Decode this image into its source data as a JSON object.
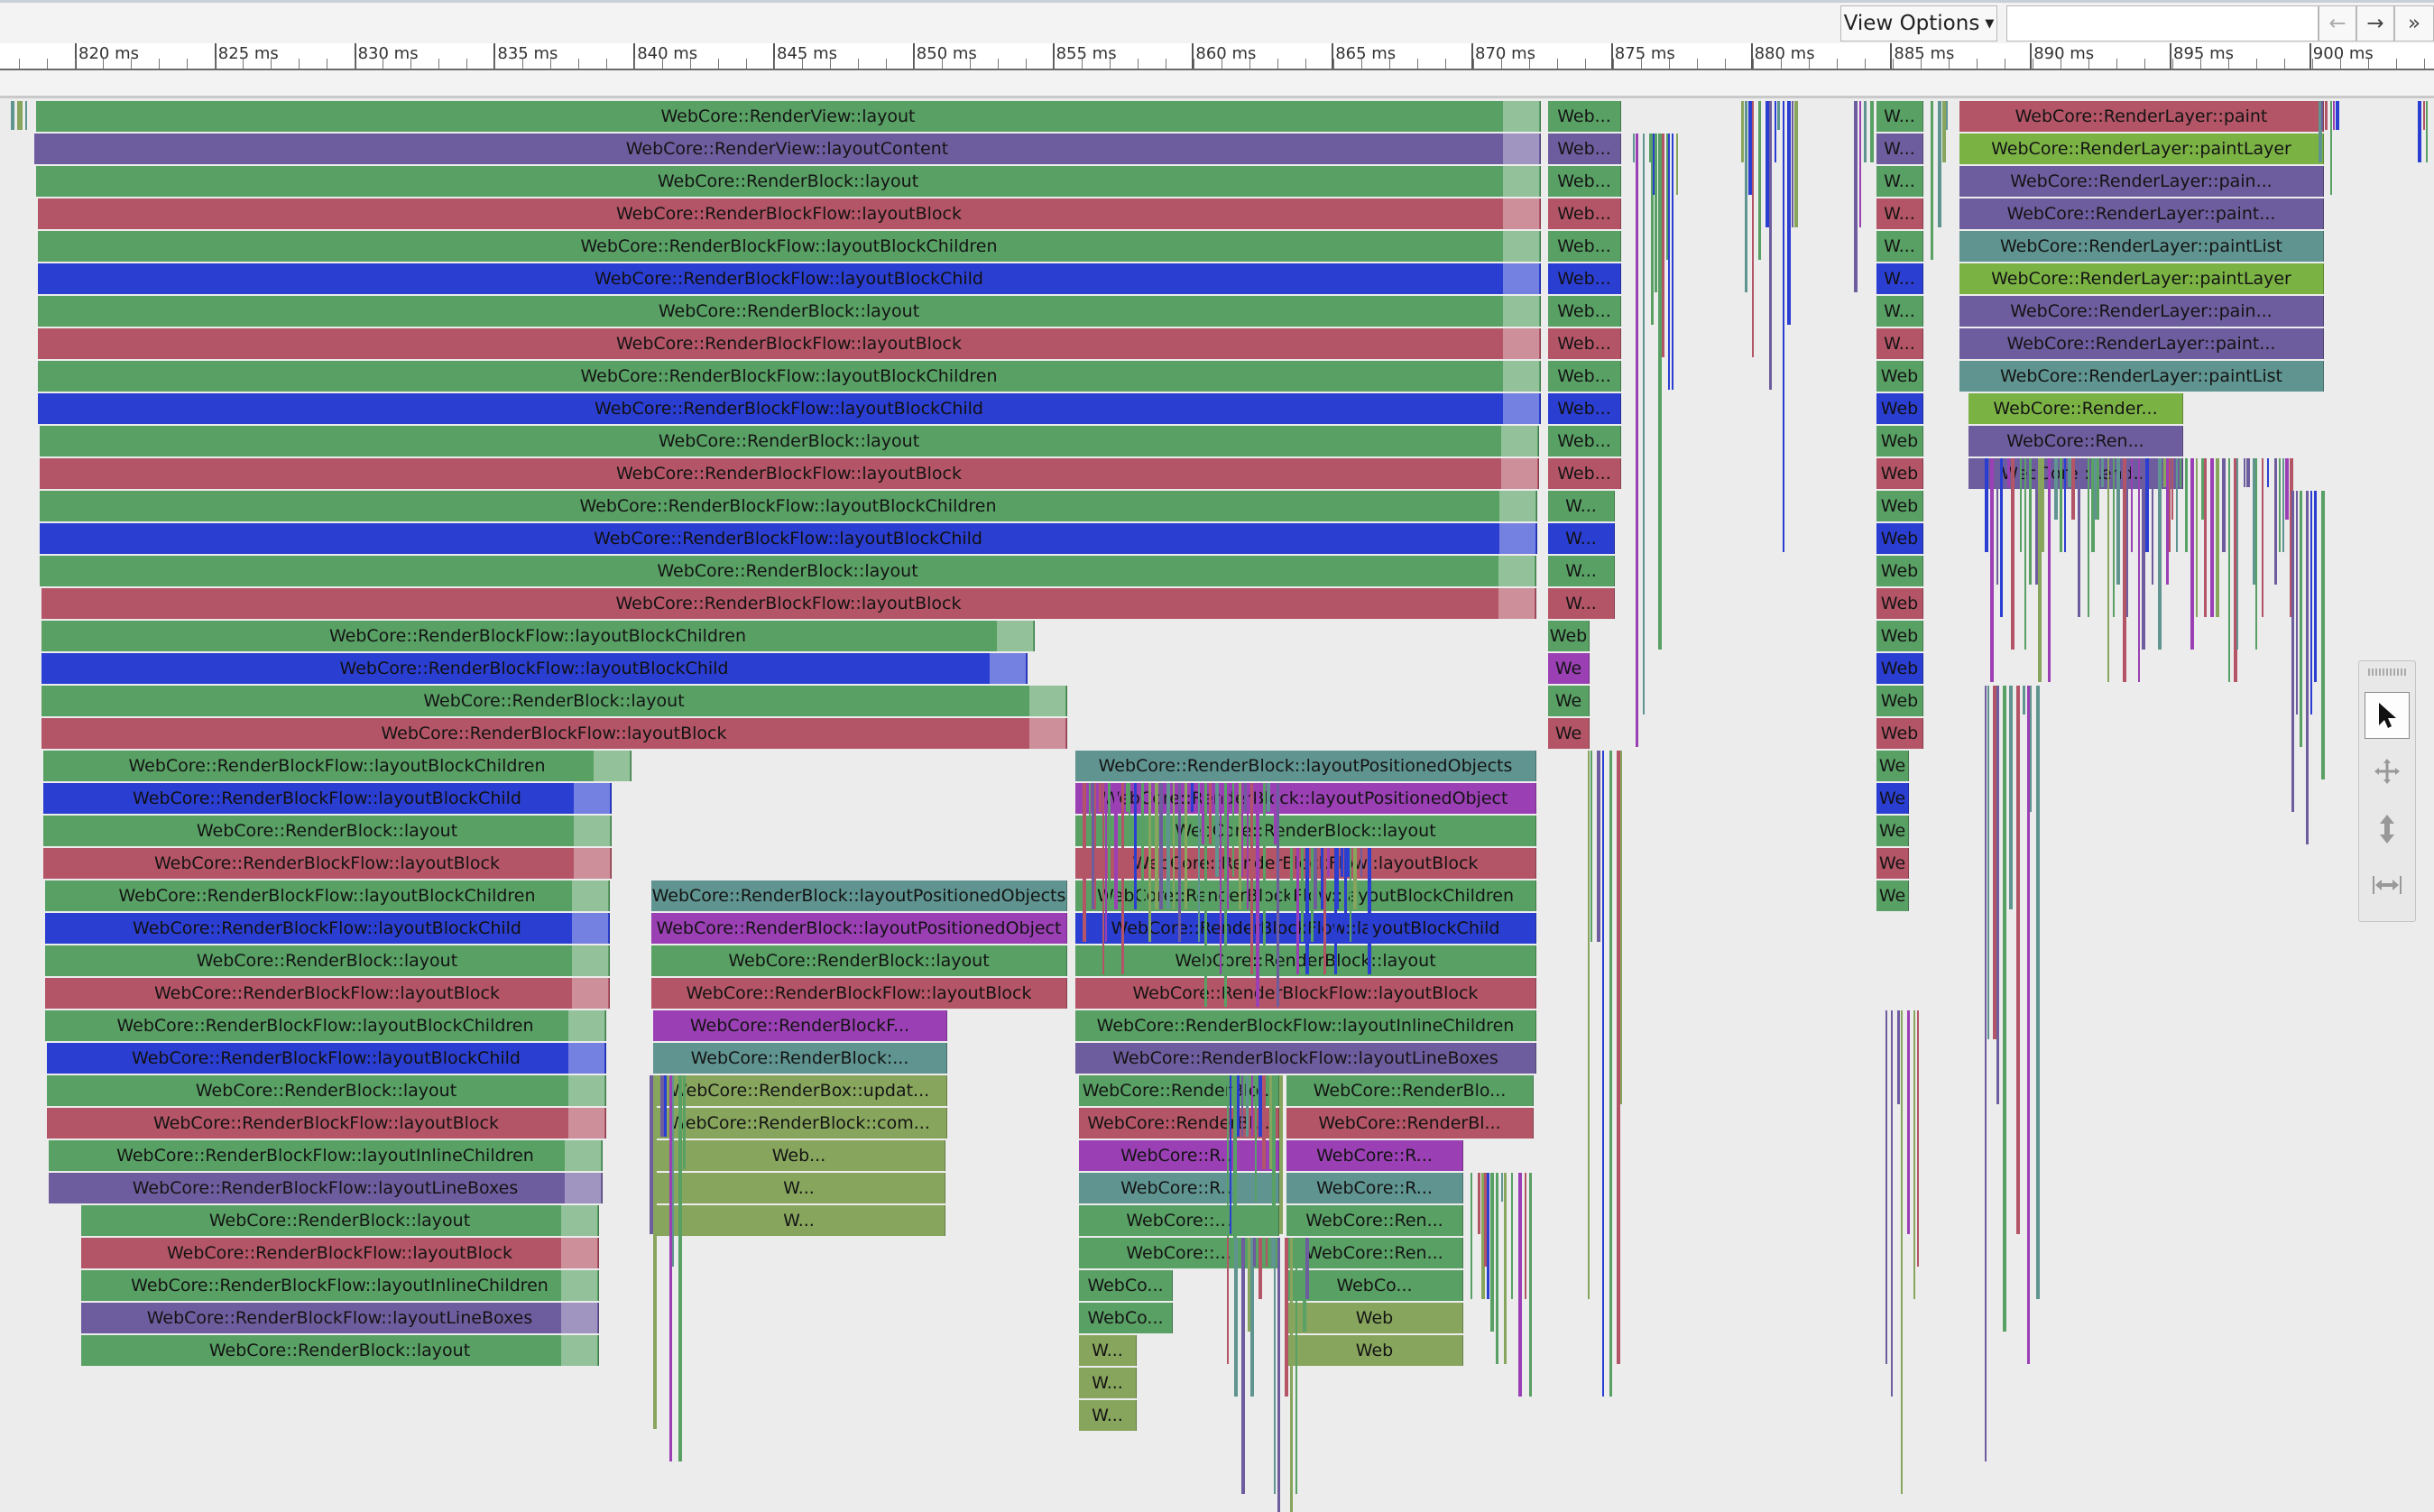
{
  "toolbar": {
    "view_options_label": "View Options",
    "search_placeholder": "",
    "prev_label": "←",
    "next_label": "→",
    "overflow_label": "»"
  },
  "ruler": {
    "labels": [
      "820 ms",
      "825 ms",
      "830 ms",
      "835 ms",
      "840 ms",
      "845 ms",
      "850 ms",
      "855 ms",
      "860 ms",
      "865 ms",
      "870 ms",
      "875 ms",
      "880 ms",
      "885 ms",
      "890 ms",
      "895 ms",
      "900 ms"
    ]
  },
  "colors": {
    "green": "#58a064",
    "dark_purple": "#6e5d9e",
    "crimson": "#b35566",
    "blue": "#2b3ed2",
    "teal": "#5f9490",
    "magenta": "#9b3fb5",
    "olive": "#87a55d",
    "lime": "#7bb244"
  },
  "flame_tracks": [
    {
      "name": "main-layout",
      "slices": [
        [
          0,
          "WebCore::RenderView::layout",
          "green"
        ],
        [
          1,
          "WebCore::RenderView::layoutContent",
          "dark_purple"
        ],
        [
          2,
          "WebCore::RenderBlock::layout",
          "green"
        ],
        [
          3,
          "WebCore::RenderBlockFlow::layoutBlock",
          "crimson"
        ],
        [
          4,
          "WebCore::RenderBlockFlow::layoutBlockChildren",
          "green"
        ],
        [
          5,
          "WebCore::RenderBlockFlow::layoutBlockChild",
          "blue"
        ],
        [
          6,
          "WebCore::RenderBlock::layout",
          "green"
        ],
        [
          7,
          "WebCore::RenderBlockFlow::layoutBlock",
          "crimson"
        ],
        [
          8,
          "WebCore::RenderBlockFlow::layoutBlockChildren",
          "green"
        ],
        [
          9,
          "WebCore::RenderBlockFlow::layoutBlockChild",
          "blue"
        ],
        [
          10,
          "WebCore::RenderBlock::layout",
          "green"
        ],
        [
          11,
          "WebCore::RenderBlockFlow::layoutBlock",
          "crimson"
        ],
        [
          12,
          "WebCore::RenderBlockFlow::layoutBlockChildren",
          "green"
        ],
        [
          13,
          "WebCore::RenderBlockFlow::layoutBlockChild",
          "blue"
        ],
        [
          14,
          "WebCore::RenderBlock::layout",
          "green"
        ],
        [
          15,
          "WebCore::RenderBlockFlow::layoutBlock",
          "crimson"
        ],
        [
          16,
          "WebCore::RenderBlockFlow::layoutBlockChildren",
          "green"
        ],
        [
          17,
          "WebCore::RenderBlockFlow::layoutBlockChild",
          "blue"
        ],
        [
          18,
          "WebCore::RenderBlock::layout",
          "green"
        ],
        [
          19,
          "WebCore::RenderBlockFlow::layoutBlock",
          "crimson"
        ],
        [
          20,
          "WebCore::RenderBlockFlow::layoutBlockChildren",
          "green"
        ],
        [
          21,
          "WebCore::RenderBlockFlow::layoutBlockChild",
          "blue"
        ],
        [
          22,
          "WebCore::RenderBlock::layout",
          "green"
        ],
        [
          23,
          "WebCore::RenderBlockFlow::layoutBlock",
          "crimson"
        ],
        [
          24,
          "WebCore::RenderBlockFlow::layoutBlockChildren",
          "green"
        ],
        [
          25,
          "WebCore::RenderBlockFlow::layoutBlockChild",
          "blue"
        ],
        [
          26,
          "WebCore::RenderBlock::layout",
          "green"
        ],
        [
          27,
          "WebCore::RenderBlockFlow::layoutBlock",
          "crimson"
        ],
        [
          28,
          "WebCore::RenderBlockFlow::layoutBlockChildren",
          "green"
        ],
        [
          29,
          "WebCore::RenderBlockFlow::layoutBlockChild",
          "blue"
        ],
        [
          30,
          "WebCore::RenderBlock::layout",
          "green"
        ],
        [
          31,
          "WebCore::RenderBlockFlow::layoutBlock",
          "crimson"
        ],
        [
          32,
          "WebCore::RenderBlockFlow::layoutInlineChildren",
          "green"
        ],
        [
          33,
          "WebCore::RenderBlockFlow::layoutLineBoxes",
          "dark_purple"
        ],
        [
          34,
          "WebCore::RenderBlock::layout",
          "green"
        ],
        [
          35,
          "WebCore::RenderBlockFlow::layoutBlock",
          "crimson"
        ],
        [
          36,
          "WebCore::RenderBlockFlow::layoutInlineChildren",
          "green"
        ],
        [
          37,
          "WebCore::RenderBlockFlow::layoutLineBoxes",
          "dark_purple"
        ],
        [
          38,
          "WebCore::RenderBlock::layout",
          "green"
        ]
      ]
    },
    {
      "name": "positioned-objects-a",
      "slices": [
        [
          20,
          "WebCore::RenderBlock::layoutPositionedObjects",
          "teal"
        ],
        [
          21,
          "WebCore::RenderBlock::layoutPositionedObject",
          "magenta"
        ],
        [
          22,
          "WebCore::RenderBlock::layout",
          "green"
        ],
        [
          23,
          "WebCore::RenderBlockFlow::layoutBlock",
          "crimson"
        ],
        [
          24,
          "WebCore::RenderBlockFlow::layoutBlockChildren",
          "green"
        ],
        [
          25,
          "WebCore::RenderBlockFlow::layoutBlockChild",
          "blue"
        ],
        [
          26,
          "WebCore::RenderBlock::layout",
          "green"
        ],
        [
          27,
          "WebCore::RenderBlockFlow::layoutBlock",
          "crimson"
        ],
        [
          28,
          "WebCore::RenderBlockFlow::layoutInlineChildren",
          "green"
        ],
        [
          29,
          "WebCore::RenderBlockFlow::layoutLineBoxes",
          "dark_purple"
        ],
        [
          30,
          "WebCore::RenderBlo...",
          "green"
        ],
        [
          31,
          "WebCore::RenderBl...",
          "crimson"
        ],
        [
          32,
          "WebCore::R...",
          "magenta"
        ],
        [
          33,
          "WebCore::R...",
          "teal"
        ],
        [
          34,
          "WebCore::...",
          "green"
        ],
        [
          35,
          "WebCore::...",
          "green"
        ],
        [
          36,
          "WebCo...",
          "green"
        ],
        [
          37,
          "WebCo...",
          "green"
        ],
        [
          38,
          "W...",
          "olive"
        ],
        [
          39,
          "W...",
          "olive"
        ],
        [
          40,
          "W...",
          "olive"
        ]
      ]
    },
    {
      "name": "positioned-objects-b",
      "slices": [
        [
          30,
          "WebCore::RenderBlo...",
          "green"
        ],
        [
          31,
          "WebCore::RenderBl...",
          "crimson"
        ],
        [
          32,
          "WebCore::R...",
          "magenta"
        ],
        [
          33,
          "WebCore::R...",
          "teal"
        ],
        [
          34,
          "WebCore::Ren...",
          "green"
        ],
        [
          35,
          "WebCore::Ren...",
          "green"
        ],
        [
          36,
          "WebCo...",
          "green"
        ],
        [
          37,
          "Web",
          "olive"
        ],
        [
          38,
          "Web",
          "olive"
        ]
      ]
    },
    {
      "name": "positioned-objects-c",
      "slices": [
        [
          24,
          "WebCore::RenderBlock::layoutPositionedObjects",
          "teal"
        ],
        [
          25,
          "WebCore::RenderBlock::layoutPositionedObject",
          "magenta"
        ],
        [
          26,
          "WebCore::RenderBlock::layout",
          "green"
        ],
        [
          27,
          "WebCore::RenderBlockFlow::layoutBlock",
          "crimson"
        ],
        [
          28,
          "WebCore::RenderBlockF...",
          "magenta"
        ],
        [
          29,
          "WebCore::RenderBlock:...",
          "teal"
        ],
        [
          30,
          "WebCore::RenderBox::updat...",
          "olive"
        ],
        [
          31,
          "WebCore::RenderBlock::com...",
          "olive"
        ],
        [
          32,
          "Web...",
          "olive"
        ],
        [
          33,
          "W...",
          "olive"
        ],
        [
          34,
          "W...",
          "olive"
        ]
      ]
    },
    {
      "name": "paint",
      "slices": [
        [
          0,
          "WebCore::RenderLayer::paint",
          "crimson"
        ],
        [
          1,
          "WebCore::RenderLayer::paintLayer",
          "lime"
        ],
        [
          2,
          "WebCore::RenderLayer::pain...",
          "dark_purple"
        ],
        [
          3,
          "WebCore::RenderLayer::paint...",
          "dark_purple"
        ],
        [
          4,
          "WebCore::RenderLayer::paintList",
          "teal"
        ],
        [
          5,
          "WebCore::RenderLayer::paintLayer",
          "lime"
        ],
        [
          6,
          "WebCore::RenderLayer::pain...",
          "dark_purple"
        ],
        [
          7,
          "WebCore::RenderLayer::paint...",
          "dark_purple"
        ],
        [
          8,
          "WebCore::RenderLayer::paintList",
          "teal"
        ],
        [
          9,
          "WebCore::Render...",
          "lime"
        ],
        [
          10,
          "WebCore::Ren...",
          "dark_purple"
        ],
        [
          11,
          "WebCore::Rend...",
          "dark_purple"
        ]
      ]
    },
    {
      "name": "small-frames",
      "slices": [
        [
          0,
          "Web...",
          "green"
        ],
        [
          1,
          "Web...",
          "dark_purple"
        ],
        [
          2,
          "Web...",
          "green"
        ],
        [
          3,
          "Web...",
          "crimson"
        ],
        [
          4,
          "Web...",
          "green"
        ],
        [
          5,
          "Web...",
          "blue"
        ],
        [
          6,
          "Web...",
          "green"
        ],
        [
          7,
          "Web...",
          "crimson"
        ],
        [
          8,
          "Web...",
          "green"
        ],
        [
          9,
          "Web...",
          "blue"
        ],
        [
          10,
          "Web...",
          "green"
        ],
        [
          11,
          "Web...",
          "crimson"
        ],
        [
          12,
          "W...",
          "green"
        ],
        [
          13,
          "W...",
          "blue"
        ],
        [
          14,
          "W...",
          "green"
        ],
        [
          15,
          "W...",
          "crimson"
        ],
        [
          16,
          "Web",
          "green"
        ],
        [
          17,
          "We",
          "magenta"
        ],
        [
          18,
          "We",
          "green"
        ],
        [
          19,
          "We",
          "crimson"
        ],
        [
          0,
          "W...",
          "green"
        ],
        [
          1,
          "W...",
          "dark_purple"
        ],
        [
          2,
          "W...",
          "green"
        ],
        [
          3,
          "W...",
          "crimson"
        ],
        [
          4,
          "W...",
          "green"
        ],
        [
          5,
          "W...",
          "blue"
        ],
        [
          6,
          "W...",
          "green"
        ],
        [
          7,
          "W...",
          "crimson"
        ],
        [
          8,
          "Web",
          "green"
        ],
        [
          9,
          "Web",
          "blue"
        ],
        [
          10,
          "Web",
          "green"
        ],
        [
          11,
          "Web",
          "crimson"
        ],
        [
          12,
          "Web",
          "green"
        ],
        [
          13,
          "Web",
          "blue"
        ],
        [
          14,
          "Web",
          "green"
        ],
        [
          15,
          "Web",
          "crimson"
        ],
        [
          16,
          "Web",
          "green"
        ],
        [
          17,
          "Web",
          "blue"
        ],
        [
          18,
          "Web",
          "green"
        ],
        [
          19,
          "Web",
          "crimson"
        ],
        [
          20,
          "We",
          "green"
        ],
        [
          21,
          "We",
          "blue"
        ],
        [
          22,
          "We",
          "green"
        ],
        [
          23,
          "We",
          "crimson"
        ],
        [
          24,
          "We",
          "green"
        ]
      ]
    }
  ],
  "tools": [
    "selection-tool",
    "pan-tool",
    "zoom-tool",
    "timing-tool"
  ]
}
